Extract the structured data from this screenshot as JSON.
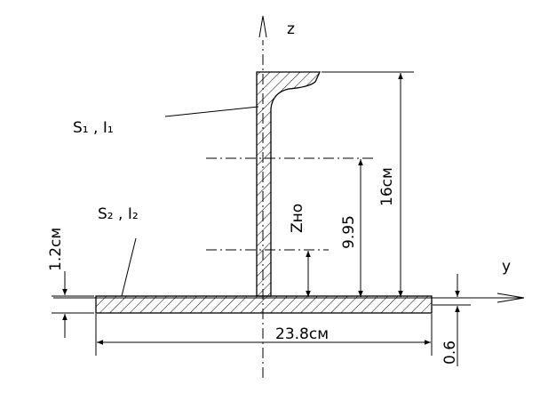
{
  "axes": {
    "z_label": "z",
    "y_label": "y"
  },
  "labels": {
    "part1": "S₁ , I₁",
    "part2": "S₂ , I₂"
  },
  "dimensions": {
    "total_height": "16см",
    "centroid_height": "9.95",
    "z_no": "Zно",
    "plate_thickness": "1.2см",
    "plate_width": "23.8см",
    "offset": "0.6"
  },
  "colors": {
    "line": "#000000",
    "background": "#ffffff"
  }
}
